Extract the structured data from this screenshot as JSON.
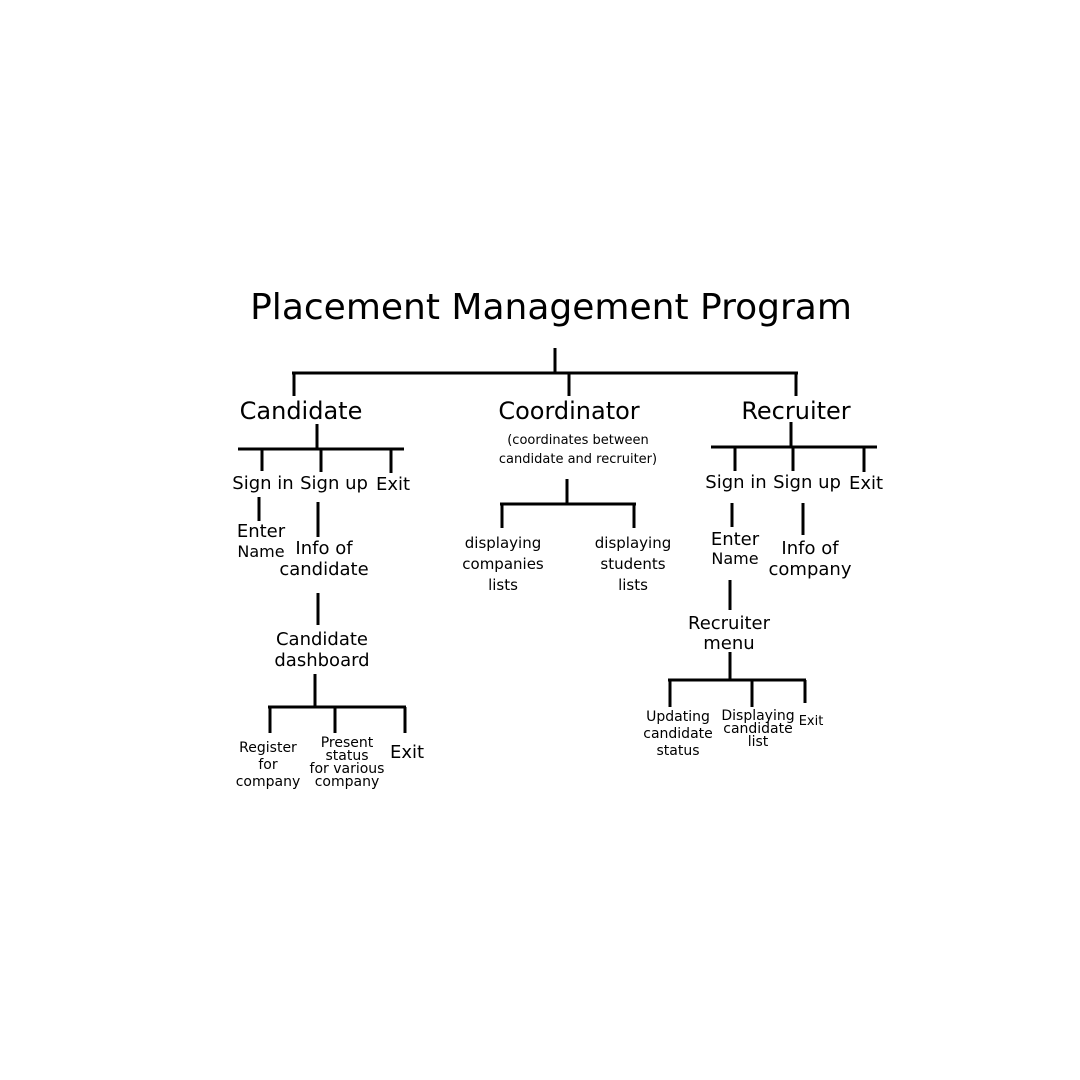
{
  "diagram": {
    "title": "Placement Management Program",
    "candidate": {
      "label": "Candidate",
      "sign_in": "Sign in",
      "sign_up": "Sign up",
      "exit": "Exit",
      "enter": "Enter",
      "name": "Name",
      "info": "Info of\ncandidate",
      "dashboard": "Candidate\ndashboard",
      "register": "Register\nfor\ncompany",
      "present_status": "Present\nstatus\nfor various\ncompany",
      "dashboard_exit": "Exit"
    },
    "coordinator": {
      "label": "Coordinator",
      "note": "(coordinates between\ncandidate and recruiter)",
      "companies": "displaying\ncompanies\nlists",
      "students": "displaying\nstudents\nlists"
    },
    "recruiter": {
      "label": "Recruiter",
      "sign_in": "Sign in",
      "sign_up": "Sign up",
      "exit": "Exit",
      "enter": "Enter",
      "name": "Name",
      "info": "Info of\ncompany",
      "menu": "Recruiter\nmenu",
      "updating": "Updating\ncandidate\nstatus",
      "displaying": "Displaying\ncandidate\nlist",
      "menu_exit": "Exit"
    }
  }
}
